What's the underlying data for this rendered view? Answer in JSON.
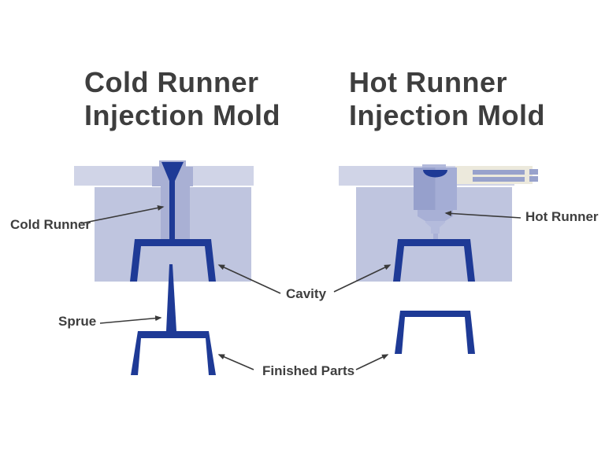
{
  "left_diagram": {
    "title": [
      "Cold Runner",
      "Injection Mold"
    ],
    "labels": {
      "cold_runner": "Cold Runner",
      "sprue": "Sprue"
    }
  },
  "right_diagram": {
    "title": [
      "Hot Runner",
      "Injection Mold"
    ],
    "labels": {
      "hot_runner": "Hot Runner"
    }
  },
  "shared_labels": {
    "cavity": "Cavity",
    "finished_parts": "Finished Parts"
  },
  "colors": {
    "navy": "#1e3a96",
    "plate": "#d0d4e7",
    "body": "#bfc5df",
    "bushing": "#a9b0d4",
    "nozzle_dark": "#96a0cc",
    "nozzle_light": "#a4add5",
    "nozzle_step": "#a8b0d6",
    "nozzle_tip": "#b4bbdc",
    "heater_cream": "#ece9dc",
    "heater_stripe": "#98a2cc",
    "text": "#3e3e3e",
    "arrow": "#3a3a3a",
    "bg": "#ffffff"
  }
}
